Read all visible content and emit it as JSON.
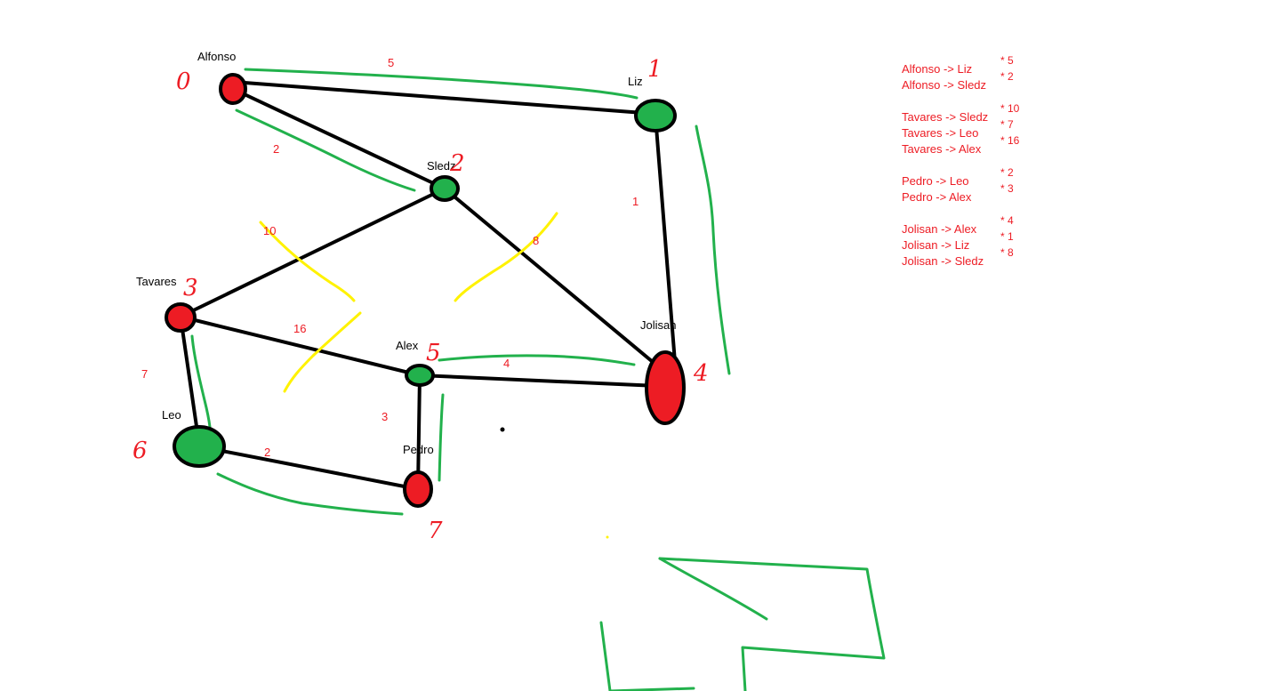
{
  "colors": {
    "visited": "#ed1c24",
    "unvisited": "#22b14c",
    "edge": "#000000",
    "highlight": "#22b14c",
    "crossed": "#fff200",
    "text": "#ed1c24"
  },
  "nodes": [
    {
      "id": "alfonso",
      "name": "Alfonso",
      "index": "0",
      "color": "#ed1c24"
    },
    {
      "id": "liz",
      "name": "Liz",
      "index": "1",
      "color": "#22b14c"
    },
    {
      "id": "sledz",
      "name": "Sledz",
      "index": "2",
      "color": "#22b14c"
    },
    {
      "id": "tavares",
      "name": "Tavares",
      "index": "3",
      "color": "#ed1c24"
    },
    {
      "id": "jolisan",
      "name": "Jolisan",
      "index": "4",
      "color": "#ed1c24"
    },
    {
      "id": "alex",
      "name": "Alex",
      "index": "5",
      "color": "#22b14c"
    },
    {
      "id": "leo",
      "name": "Leo",
      "index": "6",
      "color": "#22b14c"
    },
    {
      "id": "pedro",
      "name": "Pedro",
      "index": "7",
      "color": "#ed1c24"
    }
  ],
  "edges": [
    {
      "id": "alfonso-liz",
      "weight": "5"
    },
    {
      "id": "alfonso-sledz",
      "weight": "2"
    },
    {
      "id": "liz-jolisan",
      "weight": "1"
    },
    {
      "id": "sledz-tavares",
      "weight": "10"
    },
    {
      "id": "sledz-jolisan",
      "weight": "8"
    },
    {
      "id": "tavares-alex",
      "weight": "16"
    },
    {
      "id": "tavares-leo",
      "weight": "7"
    },
    {
      "id": "alex-jolisan",
      "weight": "4"
    },
    {
      "id": "alex-pedro",
      "weight": "3"
    },
    {
      "id": "leo-pedro",
      "weight": "2"
    }
  ],
  "notes": [
    {
      "text": "Alfonso -> Liz",
      "weight": "* 5"
    },
    {
      "text": "Alfonso -> Sledz",
      "weight": "* 2"
    },
    {
      "text": "Tavares -> Sledz",
      "weight": "* 10"
    },
    {
      "text": "Tavares -> Leo",
      "weight": "* 7"
    },
    {
      "text": "Tavares -> Alex",
      "weight": "* 16"
    },
    {
      "text": "Pedro -> Leo",
      "weight": "* 2"
    },
    {
      "text": "Pedro -> Alex",
      "weight": "* 3"
    },
    {
      "text": "Jolisan -> Alex",
      "weight": "* 4"
    },
    {
      "text": "Jolisan -> Liz",
      "weight": "* 1"
    },
    {
      "text": "Jolisan -> Sledz",
      "weight": "* 8"
    }
  ]
}
